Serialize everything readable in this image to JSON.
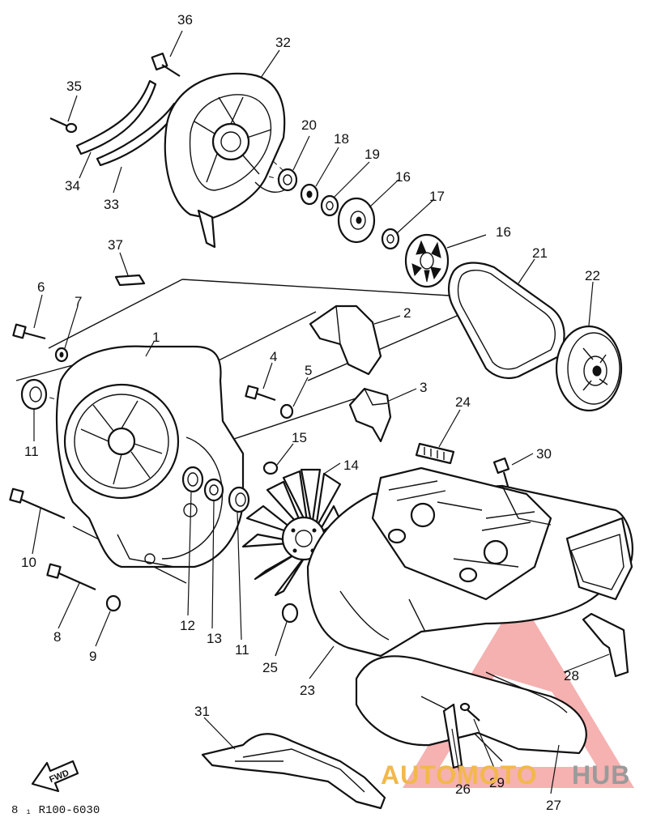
{
  "diagram": {
    "callouts": [
      {
        "id": "36",
        "label": "36"
      },
      {
        "id": "32",
        "label": "32"
      },
      {
        "id": "35",
        "label": "35"
      },
      {
        "id": "34",
        "label": "34"
      },
      {
        "id": "33",
        "label": "33"
      },
      {
        "id": "20",
        "label": "20"
      },
      {
        "id": "18",
        "label": "18"
      },
      {
        "id": "19",
        "label": "19"
      },
      {
        "id": "16a",
        "label": "16"
      },
      {
        "id": "17",
        "label": "17"
      },
      {
        "id": "16b",
        "label": "16"
      },
      {
        "id": "21",
        "label": "21"
      },
      {
        "id": "22",
        "label": "22"
      },
      {
        "id": "37",
        "label": "37"
      },
      {
        "id": "6",
        "label": "6"
      },
      {
        "id": "7",
        "label": "7"
      },
      {
        "id": "1",
        "label": "1"
      },
      {
        "id": "2",
        "label": "2"
      },
      {
        "id": "4",
        "label": "4"
      },
      {
        "id": "5",
        "label": "5"
      },
      {
        "id": "3",
        "label": "3"
      },
      {
        "id": "24",
        "label": "24"
      },
      {
        "id": "11a",
        "label": "11"
      },
      {
        "id": "15",
        "label": "15"
      },
      {
        "id": "14",
        "label": "14"
      },
      {
        "id": "30",
        "label": "30"
      },
      {
        "id": "10",
        "label": "10"
      },
      {
        "id": "8",
        "label": "8"
      },
      {
        "id": "9",
        "label": "9"
      },
      {
        "id": "12",
        "label": "12"
      },
      {
        "id": "13",
        "label": "13"
      },
      {
        "id": "11b",
        "label": "11"
      },
      {
        "id": "25",
        "label": "25"
      },
      {
        "id": "23",
        "label": "23"
      },
      {
        "id": "28",
        "label": "28"
      },
      {
        "id": "31",
        "label": "31"
      },
      {
        "id": "26",
        "label": "26"
      },
      {
        "id": "29",
        "label": "29"
      },
      {
        "id": "27",
        "label": "27"
      }
    ],
    "fwd_label": "FWD",
    "drawing_code": "8 ₁ R100-6030"
  },
  "watermark": {
    "part1": "AUTOMOTO",
    "part2": "HUB",
    "colors": {
      "logo": "#f4a3a3",
      "auto": "#f2b84b",
      "hub": "#9a9a9a"
    }
  }
}
